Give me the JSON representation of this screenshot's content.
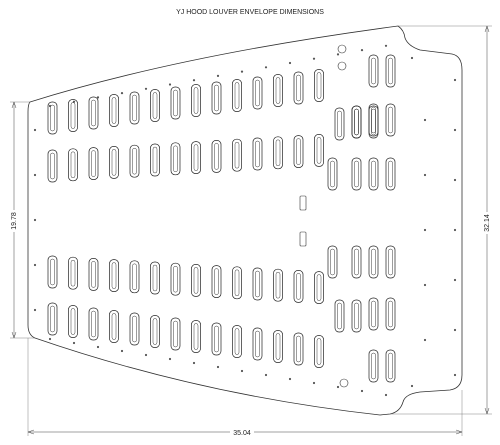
{
  "drawing": {
    "title": "YJ HOOD LOUVER ENVELOPE DIMENSIONS",
    "dimensions": {
      "overall_width": "35.04",
      "right_height": "32.14",
      "left_height": "19.78"
    }
  }
}
